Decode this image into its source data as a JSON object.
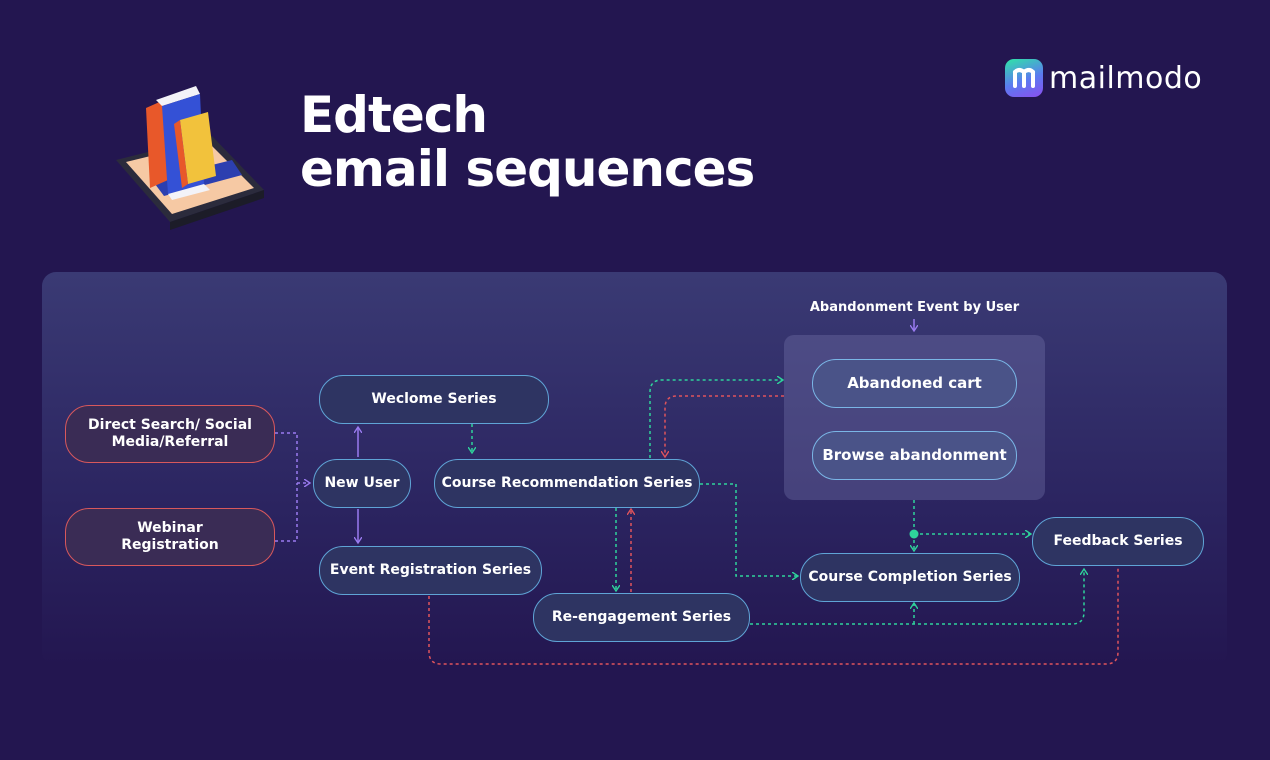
{
  "header": {
    "title_line1": "Edtech",
    "title_line2": "email sequences",
    "logo_text": "mailmodo"
  },
  "icons": {
    "illustration": "books-on-phone-icon",
    "logo": "mailmodo-logo-icon"
  },
  "diagram": {
    "abandonment_group_title": "Abandonment Event by User",
    "nodes": {
      "direct_search": "Direct Search/ Social Media/Referral",
      "webinar": "Webinar Registration",
      "new_user": "New User",
      "welcome": "Weclome Series",
      "event_registration": "Event Registration Series",
      "course_recommendation": "Course Recommendation Series",
      "re_engagement": "Re-engagement Series",
      "abandoned_cart": "Abandoned cart",
      "browse_abandonment": "Browse abandonment",
      "course_completion": "Course Completion Series",
      "feedback": "Feedback Series"
    }
  },
  "colors": {
    "background": "#231650",
    "source_border": "#d8585c",
    "node_border": "#5fa4d6",
    "connector_purple": "#9a7bf0",
    "connector_green": "#2fd39b",
    "connector_red": "#e0545c"
  }
}
